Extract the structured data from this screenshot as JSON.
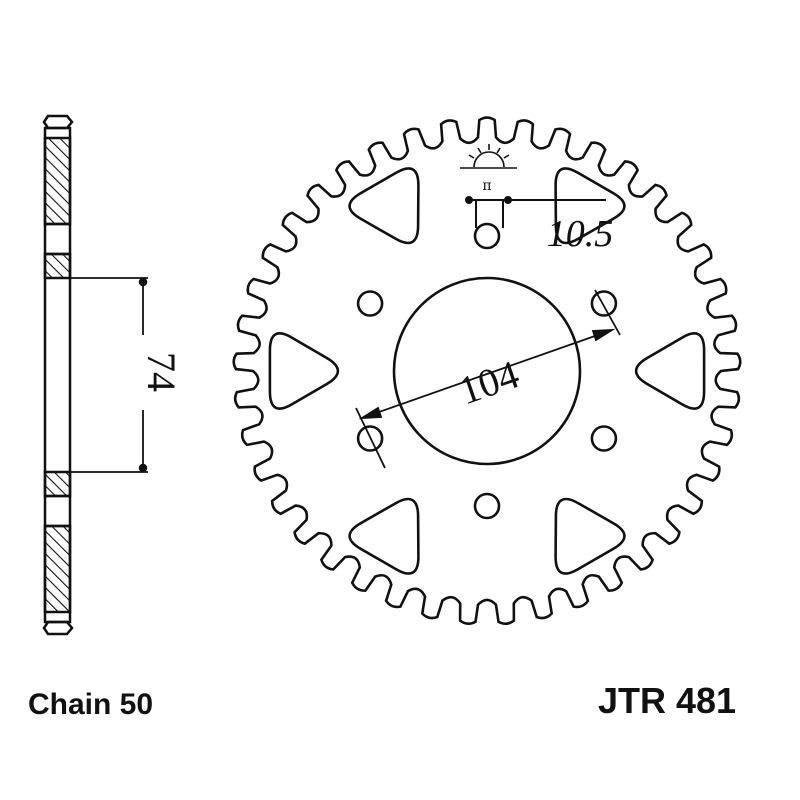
{
  "drawing": {
    "side_dimension": "74",
    "bolt_circle_dimension": "104",
    "hole_dimension": "10.5",
    "pitch_symbol": "π",
    "line_color": "#111111"
  },
  "footer": {
    "chain_label": "Chain 50",
    "part_number": "JTR 481"
  }
}
